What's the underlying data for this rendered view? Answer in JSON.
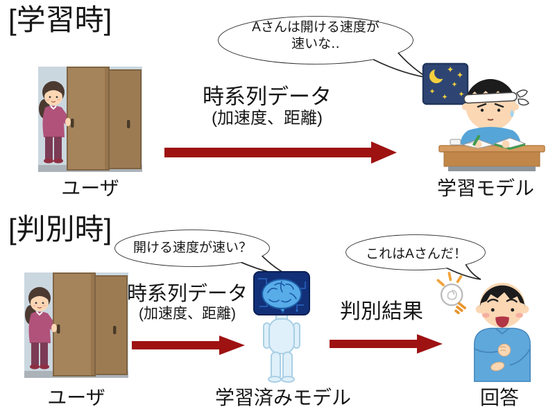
{
  "learning": {
    "section_title": "[学習時]",
    "user_caption": "ユーザ",
    "model_caption": "学習モデル",
    "speech_line1": "Aさんは開ける速度が",
    "speech_line2": "速いな‥",
    "arrow_label": "時系列データ",
    "arrow_sublabel": "(加速度、距離)"
  },
  "inference": {
    "section_title": "[判別時]",
    "user_caption": "ユーザ",
    "model_caption": "学習済みモデル",
    "answer_caption": "回答",
    "model_speech": "開ける速度が速い？",
    "answer_speech": "これはAさんだ！",
    "input_arrow_label": "時系列データ",
    "input_arrow_sublabel": "(加速度、距離)",
    "result_arrow_label": "判別結果"
  },
  "colors": {
    "arrow_red": "#9E1212",
    "bubble_outline": "#2B2B2B",
    "ai_head_navy": "#123078",
    "brain_blue": "#58ACE8",
    "door_brown": "#A5845C"
  }
}
